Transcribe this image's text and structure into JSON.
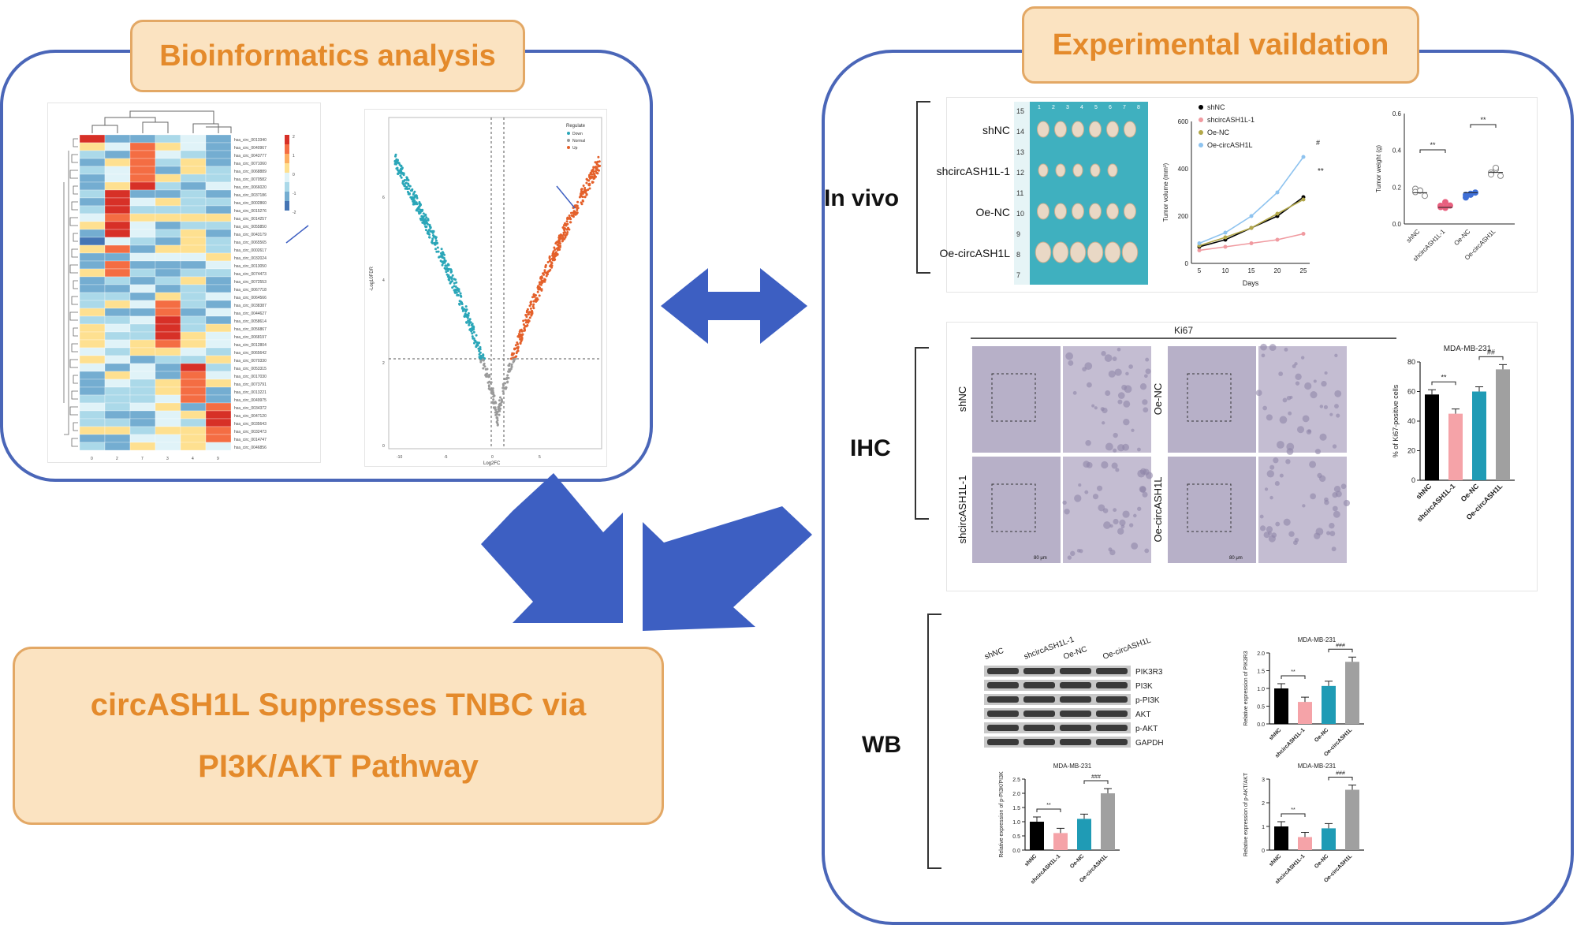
{
  "left_panel": {
    "title": "Bioinformatics analysis"
  },
  "right_panel": {
    "title": "Experimental vaildation"
  },
  "conclusion": {
    "line1": "circASH1L Suppresses TNBC via",
    "line2": "PI3K/AKT Pathway"
  },
  "heatmap": {
    "row_labels": [
      "hsa_circ_0013340",
      "hsa_circ_0040967",
      "hsa_circ_0043777",
      "hsa_circ_0071060",
      "hsa_circ_0068889",
      "hsa_circ_0070582",
      "hsa_circ_0066020",
      "hsa_circ_0037186",
      "hsa_circ_0002860",
      "hsa_circ_0015276",
      "hsa_circ_0014257",
      "hsa_circ_0055850",
      "hsa_circ_0043179",
      "hsa_circ_0065565",
      "hsa_circ_0002617",
      "hsa_circ_0032024",
      "hsa_circ_0013050",
      "hsa_circ_0074473",
      "hsa_circ_0072553",
      "hsa_circ_0067718",
      "hsa_circ_0064566",
      "hsa_circ_0038387",
      "hsa_circ_0044627",
      "hsa_circ_0058614",
      "hsa_circ_0056867",
      "hsa_circ_0068197",
      "hsa_circ_0012804",
      "hsa_circ_0065642",
      "hsa_circ_0070330",
      "hsa_circ_0053315",
      "hsa_circ_0017030",
      "hsa_circ_0073791",
      "hsa_circ_0013221",
      "hsa_circ_0049975",
      "hsa_circ_0034372",
      "hsa_circ_0047120",
      "hsa_circ_0035643",
      "hsa_circ_0032473",
      "hsa_circ_0014747",
      "hsa_circ_0046856"
    ],
    "col_labels": [
      "0",
      "2",
      "7",
      "3",
      "4",
      "9"
    ],
    "scale": [
      "2",
      "1",
      "0",
      "-1",
      "-2"
    ]
  },
  "volcano": {
    "xlabel": "Log2FC",
    "ylabel": "-Log10FDR",
    "legend_title": "Regulate",
    "legend": [
      "Down",
      "Normal",
      "Up"
    ],
    "xticks": [
      "-10",
      "-5",
      "0",
      "5"
    ],
    "yticks": [
      "0",
      "2",
      "4",
      "6"
    ]
  },
  "in_vivo": {
    "label": "In vivo",
    "groups": [
      "shNC",
      "shcircASH1L-1",
      "Oe-NC",
      "Oe-circASH1L"
    ],
    "ruler": [
      "15",
      "14",
      "13",
      "12",
      "11",
      "10",
      "9",
      "8",
      "7"
    ],
    "ruler_top": [
      "1",
      "2",
      "3",
      "4",
      "5",
      "6",
      "7",
      "8"
    ],
    "volume_chart": {
      "ylabel": "Tumor volume (mm³)",
      "xlabel": "Days",
      "xticks": [
        "5",
        "10",
        "15",
        "20",
        "25"
      ],
      "yticks": [
        "0",
        "200",
        "400",
        "600"
      ],
      "legend": [
        "shNC",
        "shcircASH1L-1",
        "Oe-NC",
        "Oe-circASH1L"
      ],
      "sig": [
        "#",
        "**"
      ]
    },
    "weight_chart": {
      "ylabel": "Tumor weight (g)",
      "yticks": [
        "0.0",
        "0.2",
        "0.4",
        "0.6"
      ],
      "categories": [
        "shNC",
        "shcircASH1L-1",
        "Oe-NC",
        "Oe-circASH1L"
      ],
      "sig": [
        "**",
        "**"
      ]
    }
  },
  "ihc": {
    "label": "IHC",
    "ki67_title": "Ki67",
    "row_labels": [
      "shNC",
      "shcircASH1L-1",
      "Oe-NC",
      "Oe-circASH1L"
    ],
    "scale_bar": "80 μm",
    "chart": {
      "title": "MDA-MB-231",
      "ylabel": "% of Ki67-positive cells",
      "yticks": [
        "0",
        "20",
        "40",
        "60",
        "80"
      ],
      "categories": [
        "shNC",
        "shcircASH1L-1",
        "Oe-NC",
        "Oe-circASH1L"
      ],
      "sig": [
        "**",
        "##"
      ]
    }
  },
  "wb": {
    "label": "WB",
    "lanes": [
      "shNC",
      "shcircASH1L-1",
      "Oe-NC",
      "Oe-circASH1L"
    ],
    "bands": [
      "PIK3R3",
      "PI3K",
      "p-PI3K",
      "AKT",
      "p-AKT",
      "GAPDH"
    ],
    "chart1": {
      "title": "MDA-MB-231",
      "ylabel": "Relative expression of PIK3R3",
      "yticks": [
        "0.0",
        "0.5",
        "1.0",
        "1.5",
        "2.0"
      ],
      "sig": [
        "**",
        "###"
      ]
    },
    "chart2": {
      "title": "MDA-MB-231",
      "ylabel": "Relative expression of p-PI3K/PI3K",
      "yticks": [
        "0.0",
        "0.5",
        "1.0",
        "1.5",
        "2.0",
        "2.5"
      ],
      "sig": [
        "**",
        "###"
      ]
    },
    "chart3": {
      "title": "MDA-MB-231",
      "ylabel": "Relative expression of p-AKT/AKT",
      "yticks": [
        "0",
        "1",
        "2",
        "3"
      ],
      "sig": [
        "**",
        "###"
      ]
    },
    "categories": [
      "shNC",
      "shcircASH1L-1",
      "Oe-NC",
      "Oe-circASH1L"
    ]
  },
  "colors": {
    "border": "#4a66b8",
    "box_fill": "#fbe3c1",
    "box_border": "#e3a865",
    "box_text": "#e48a2b",
    "arrow": "#3d5fc2"
  },
  "chart_data": [
    {
      "type": "line",
      "title": "",
      "xlabel": "Days",
      "ylabel": "Tumor volume (mm³)",
      "x": [
        5,
        10,
        15,
        20,
        25
      ],
      "ylim": [
        0,
        600
      ],
      "series": [
        {
          "name": "shNC",
          "values": [
            70,
            100,
            150,
            200,
            280
          ]
        },
        {
          "name": "shcircASH1L-1",
          "values": [
            55,
            70,
            85,
            100,
            125
          ]
        },
        {
          "name": "Oe-NC",
          "values": [
            75,
            110,
            150,
            210,
            270
          ]
        },
        {
          "name": "Oe-circASH1L",
          "values": [
            85,
            130,
            200,
            300,
            450
          ]
        }
      ]
    },
    {
      "type": "scatter",
      "title": "",
      "ylabel": "Tumor weight (g)",
      "categories": [
        "shNC",
        "shcircASH1L-1",
        "Oe-NC",
        "Oe-circASH1L"
      ],
      "values": [
        0.17,
        0.09,
        0.17,
        0.28
      ],
      "ylim": [
        0,
        0.6
      ]
    },
    {
      "type": "bar",
      "title": "MDA-MB-231",
      "ylabel": "% of Ki67-positive cells",
      "categories": [
        "shNC",
        "shcircASH1L-1",
        "Oe-NC",
        "Oe-circASH1L"
      ],
      "values": [
        58,
        45,
        60,
        75
      ],
      "ylim": [
        0,
        80
      ]
    },
    {
      "type": "bar",
      "title": "MDA-MB-231",
      "ylabel": "Relative expression of PIK3R3",
      "categories": [
        "shNC",
        "shcircASH1L-1",
        "Oe-NC",
        "Oe-circASH1L"
      ],
      "values": [
        1.0,
        0.62,
        1.07,
        1.75
      ],
      "ylim": [
        0,
        2.0
      ]
    },
    {
      "type": "bar",
      "title": "MDA-MB-231",
      "ylabel": "Relative expression of p-PI3K/PI3K",
      "categories": [
        "shNC",
        "shcircASH1L-1",
        "Oe-NC",
        "Oe-circASH1L"
      ],
      "values": [
        1.0,
        0.6,
        1.1,
        2.0
      ],
      "ylim": [
        0,
        2.5
      ]
    },
    {
      "type": "bar",
      "title": "MDA-MB-231",
      "ylabel": "Relative expression of p-AKT/AKT",
      "categories": [
        "shNC",
        "shcircASH1L-1",
        "Oe-NC",
        "Oe-circASH1L"
      ],
      "values": [
        1.0,
        0.55,
        0.92,
        2.55
      ],
      "ylim": [
        0,
        3
      ]
    }
  ]
}
